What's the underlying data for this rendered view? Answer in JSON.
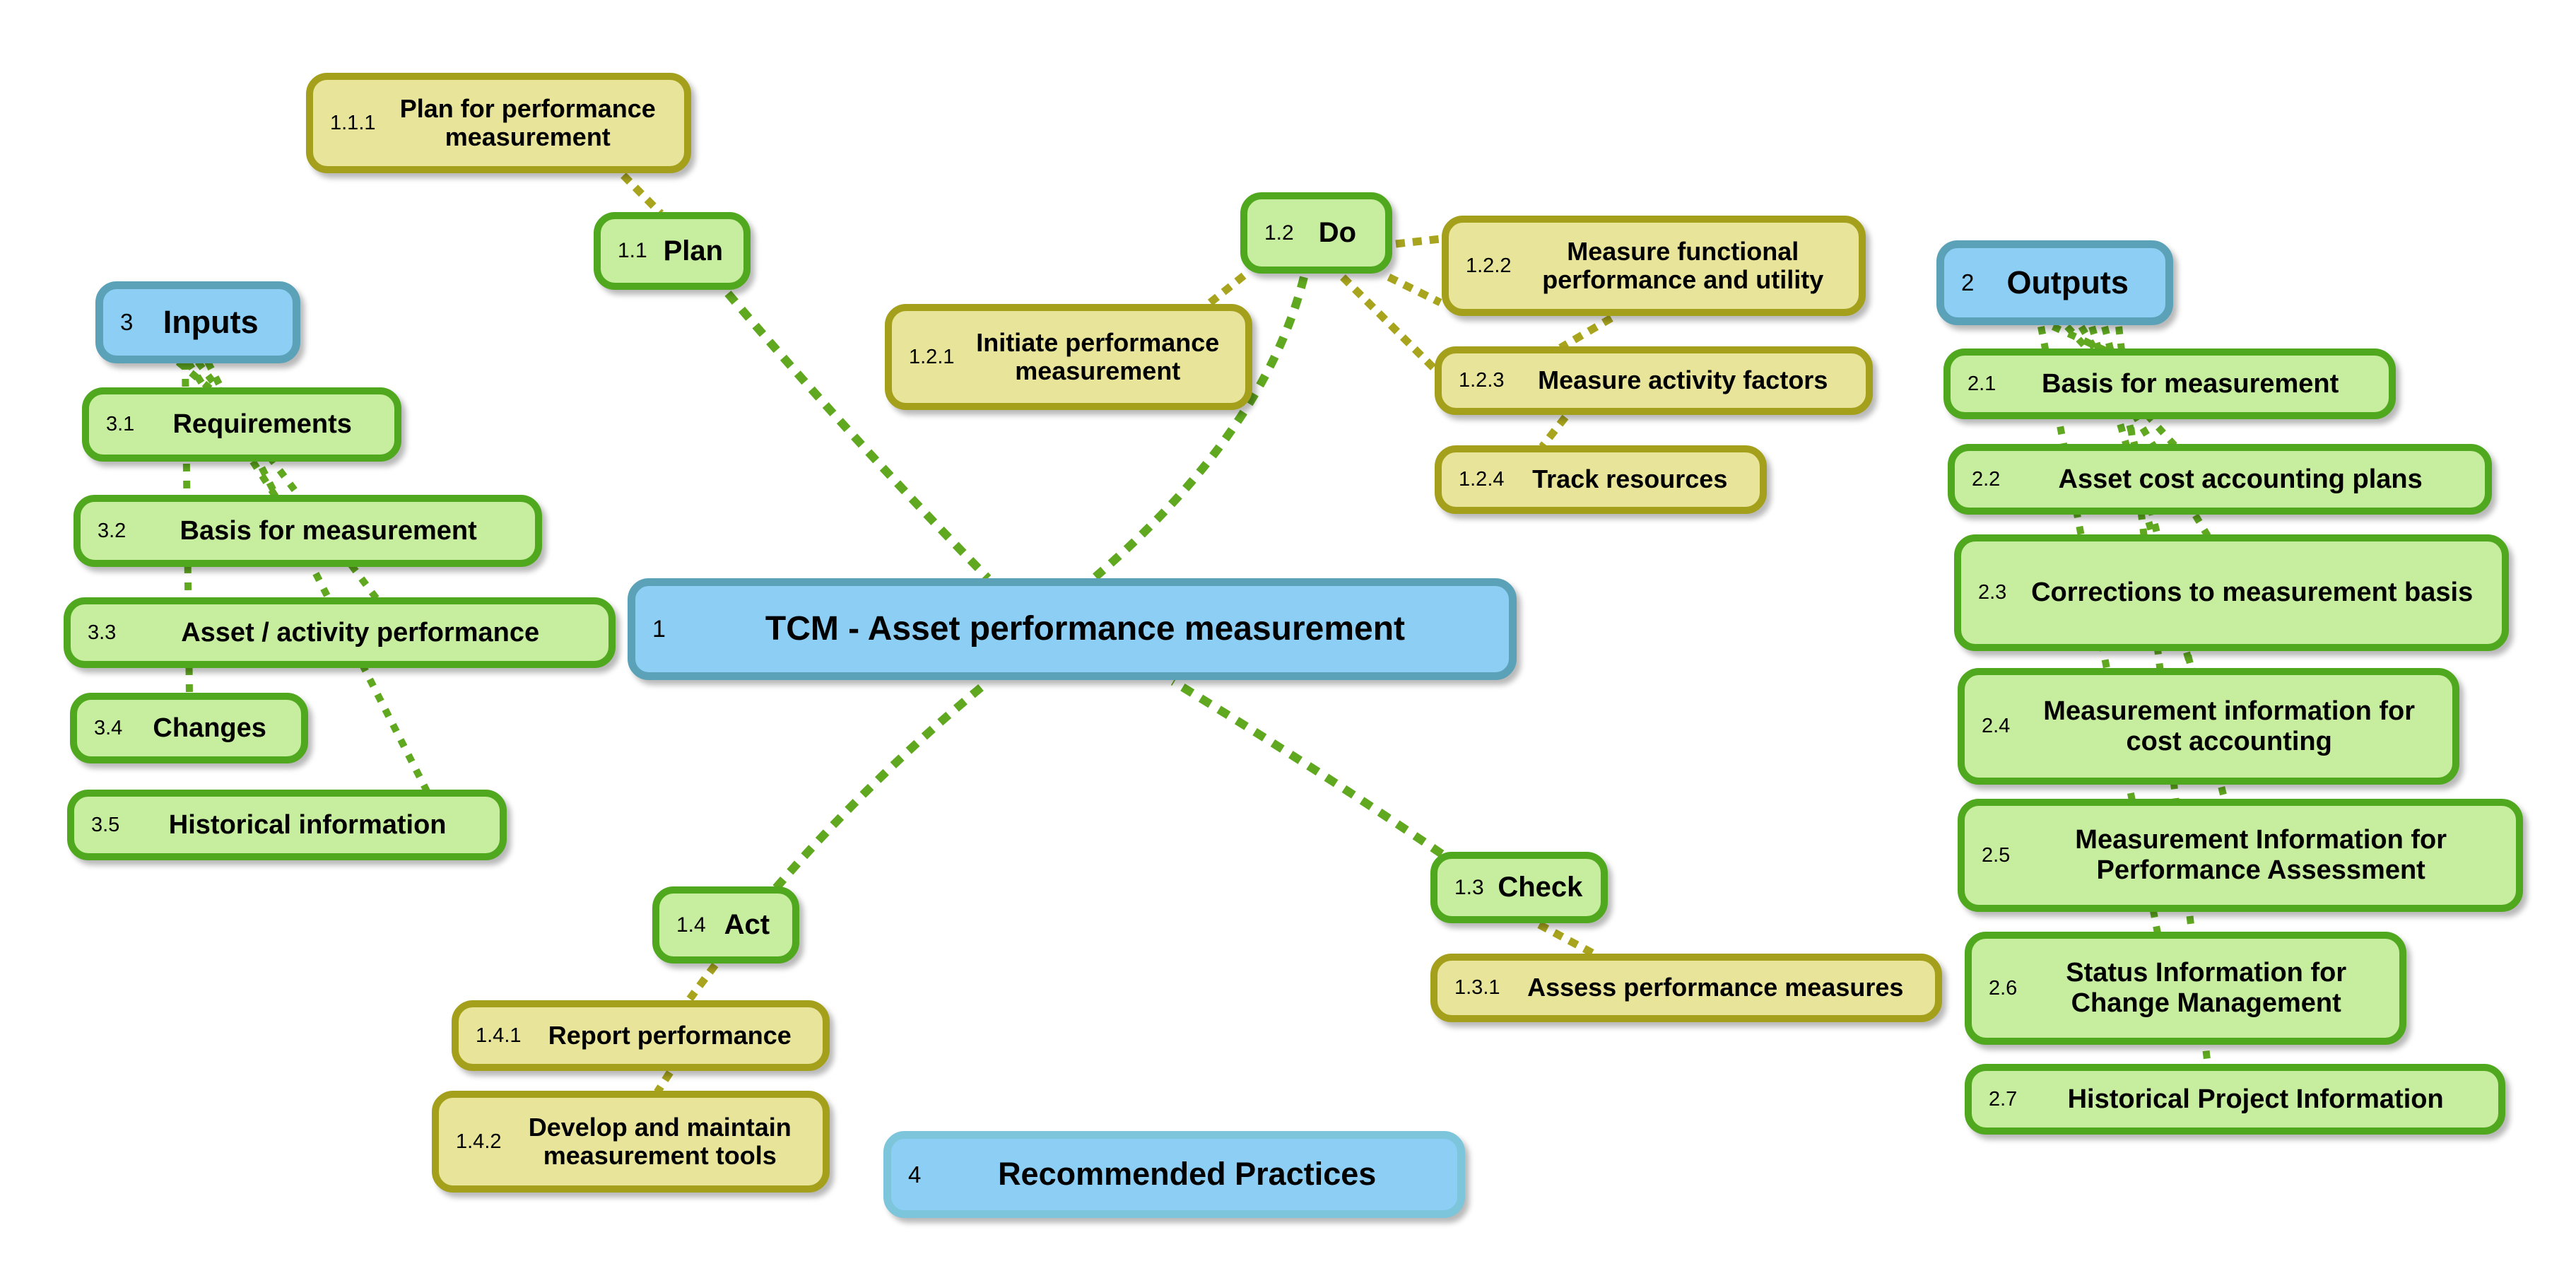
{
  "diagram_title": "TCM - Asset performance measurement mind map",
  "colors": {
    "node_blue_fill": "#8DCEF4",
    "node_blue_border": "#5BA2B8",
    "recommended_border": "#7CC5DB",
    "node_green_fill": "#C7ED9E",
    "node_green_border": "#4FA81D",
    "node_yellow_fill": "#E8E49A",
    "node_yellow_border": "#A4A01B",
    "connector_green": "#5FA81F",
    "connector_olive": "#A8A41E"
  },
  "nodes": {
    "root": {
      "prefix": "1",
      "label": "TCM - Asset performance measurement"
    },
    "plan": {
      "prefix": "1.1",
      "label": "Plan"
    },
    "plan_for_performance": {
      "prefix": "1.1.1",
      "label": "Plan for performance measurement"
    },
    "do": {
      "prefix": "1.2",
      "label": "Do"
    },
    "initiate": {
      "prefix": "1.2.1",
      "label": "Initiate performance measurement"
    },
    "measure_functional": {
      "prefix": "1.2.2",
      "label": "Measure functional performance and utility"
    },
    "measure_activity": {
      "prefix": "1.2.3",
      "label": "Measure activity factors"
    },
    "track_resources": {
      "prefix": "1.2.4",
      "label": "Track resources"
    },
    "check": {
      "prefix": "1.3",
      "label": "Check"
    },
    "assess": {
      "prefix": "1.3.1",
      "label": "Assess performance measures"
    },
    "act": {
      "prefix": "1.4",
      "label": "Act"
    },
    "report": {
      "prefix": "1.4.1",
      "label": "Report performance"
    },
    "develop_tools": {
      "prefix": "1.4.2",
      "label": "Develop and maintain measurement tools"
    },
    "outputs": {
      "prefix": "2",
      "label": "Outputs"
    },
    "basis_output": {
      "prefix": "2.1",
      "label": "Basis for measurement"
    },
    "cost_accounting_plans": {
      "prefix": "2.2",
      "label": "Asset cost accounting plans"
    },
    "corrections": {
      "prefix": "2.3",
      "label": "Corrections to measurement basis"
    },
    "measurement_cost_accounting": {
      "prefix": "2.4",
      "label": "Measurement information for cost accounting"
    },
    "measurement_performance": {
      "prefix": "2.5",
      "label": "Measurement Information for Performance Assessment"
    },
    "status_change": {
      "prefix": "2.6",
      "label": "Status Information for Change Management"
    },
    "historical_project": {
      "prefix": "2.7",
      "label": "Historical Project Information"
    },
    "inputs": {
      "prefix": "3",
      "label": "Inputs"
    },
    "requirements": {
      "prefix": "3.1",
      "label": "Requirements"
    },
    "basis_input": {
      "prefix": "3.2",
      "label": "Basis for measurement"
    },
    "asset_activity": {
      "prefix": "3.3",
      "label": "Asset / activity performance"
    },
    "changes": {
      "prefix": "3.4",
      "label": "Changes"
    },
    "historical_info": {
      "prefix": "3.5",
      "label": "Historical information"
    },
    "recommended": {
      "prefix": "4",
      "label": "Recommended Practices"
    }
  }
}
